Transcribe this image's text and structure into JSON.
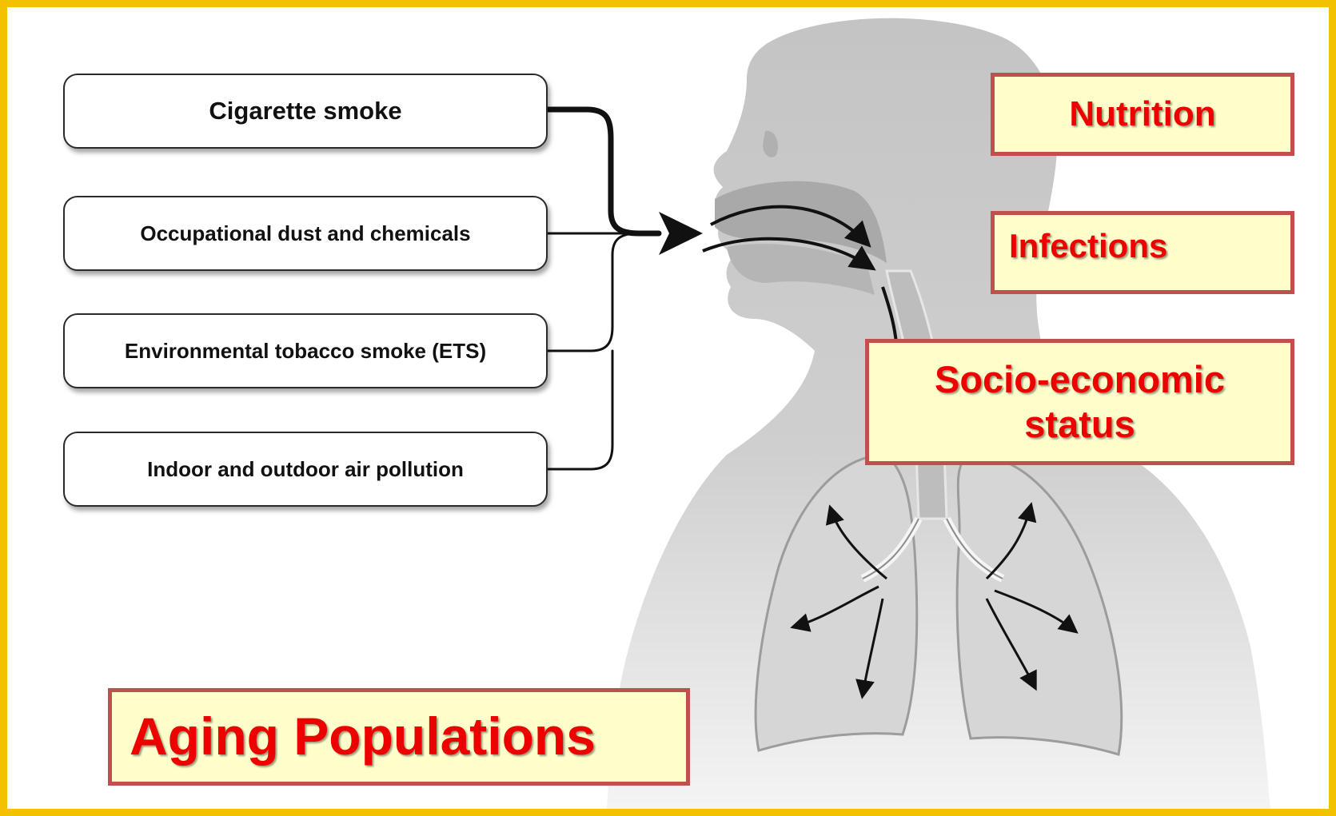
{
  "colors": {
    "frame": "#f2c200",
    "silhouette": "#c8c8c8",
    "factor_text": "#ee0000",
    "factor_fill": "#ffffcc",
    "factor_border": "#c0504d"
  },
  "sources": [
    {
      "label": "Cigarette smoke"
    },
    {
      "label": "Occupational dust and chemicals"
    },
    {
      "label": "Environmental tobacco smoke (ETS)"
    },
    {
      "label": "Indoor and outdoor air pollution"
    }
  ],
  "factors": {
    "nutrition": "Nutrition",
    "infections": "Infections",
    "socio_economic_line1": "Socio-economic",
    "socio_economic_line2": "status",
    "aging": "Aging Populations"
  },
  "illustration": {
    "subject": "human-head-and-lungs-silhouette",
    "icon": "lungs-icon"
  }
}
